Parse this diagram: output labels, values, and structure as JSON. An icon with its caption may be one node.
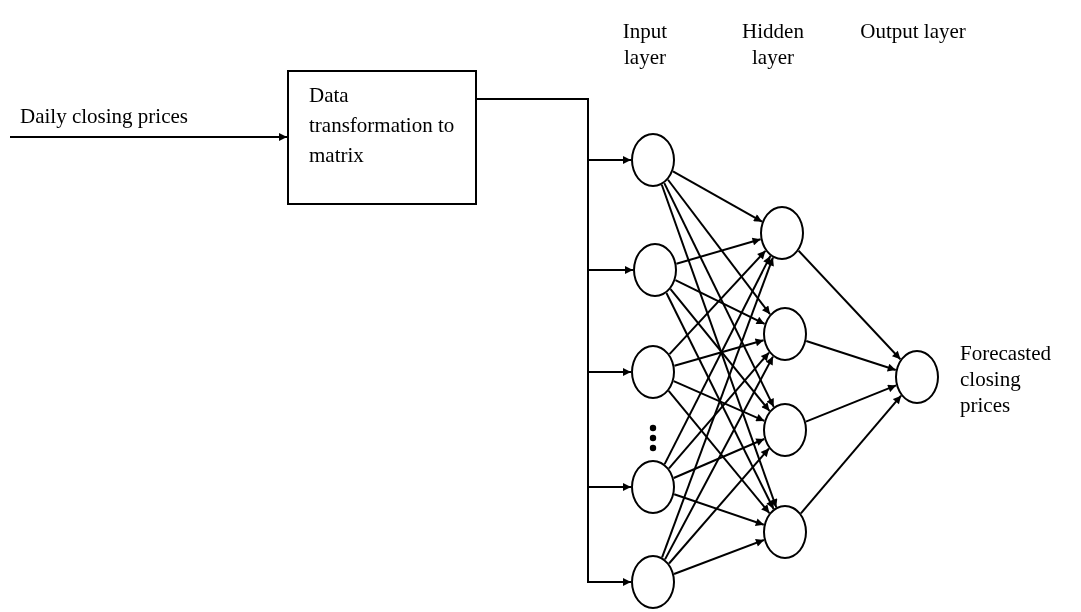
{
  "diagram": {
    "nodes": [
      {
        "text": [
          "Data transformation to matrix"
        ]
      },
      {
        "text": [],
        "shape": "circle"
      },
      {
        "text": [],
        "shape": "circle"
      },
      {
        "text": [],
        "shape": "circle"
      },
      {
        "text": [],
        "shape": "circle"
      },
      {
        "text": [],
        "shape": "circle"
      },
      {
        "text": [],
        "shape": "circle"
      },
      {
        "text": [],
        "shape": "circle"
      },
      {
        "text": [],
        "shape": "circle"
      },
      {
        "text": [],
        "shape": "circle"
      },
      {
        "text": [],
        "shape": "circle",
        "beside": [
          "Forecasted closing prices"
        ]
      }
    ],
    "edges": [
      {
        "from": null,
        "to": 0,
        "arrow": "to",
        "label": "Daily closing prices"
      },
      {
        "from": 0,
        "to": 1,
        "arrow": "to"
      },
      {
        "from": 0,
        "to": 2,
        "arrow": "to"
      },
      {
        "from": 0,
        "to": 3,
        "arrow": "to"
      },
      {
        "from": 0,
        "to": 4,
        "arrow": "to"
      },
      {
        "from": 0,
        "to": 5,
        "arrow": "to"
      },
      {
        "from": 1,
        "to": 6,
        "arrow": "to"
      },
      {
        "from": 1,
        "to": 7,
        "arrow": "to"
      },
      {
        "from": 1,
        "to": 8,
        "arrow": "to"
      },
      {
        "from": 1,
        "to": 9,
        "arrow": "to"
      },
      {
        "from": 2,
        "to": 6,
        "arrow": "to"
      },
      {
        "from": 2,
        "to": 7,
        "arrow": "to"
      },
      {
        "from": 2,
        "to": 8,
        "arrow": "to"
      },
      {
        "from": 2,
        "to": 9,
        "arrow": "to"
      },
      {
        "from": 3,
        "to": 6,
        "arrow": "to"
      },
      {
        "from": 3,
        "to": 7,
        "arrow": "to"
      },
      {
        "from": 3,
        "to": 8,
        "arrow": "to"
      },
      {
        "from": 3,
        "to": 9,
        "arrow": "to"
      },
      {
        "from": 4,
        "to": 6,
        "arrow": "to"
      },
      {
        "from": 4,
        "to": 7,
        "arrow": "to"
      },
      {
        "from": 4,
        "to": 8,
        "arrow": "to"
      },
      {
        "from": 4,
        "to": 9,
        "arrow": "to"
      },
      {
        "from": 5,
        "to": 6,
        "arrow": "to"
      },
      {
        "from": 5,
        "to": 7,
        "arrow": "to"
      },
      {
        "from": 5,
        "to": 8,
        "arrow": "to"
      },
      {
        "from": 5,
        "to": 9,
        "arrow": "to"
      },
      {
        "from": 6,
        "to": 10,
        "arrow": "to"
      },
      {
        "from": 7,
        "to": 10,
        "arrow": "to"
      },
      {
        "from": 8,
        "to": 10,
        "arrow": "to"
      },
      {
        "from": 9,
        "to": 10,
        "arrow": "to"
      }
    ],
    "labels": [
      "Input layer",
      "Hidden layer",
      "Output layer"
    ]
  }
}
